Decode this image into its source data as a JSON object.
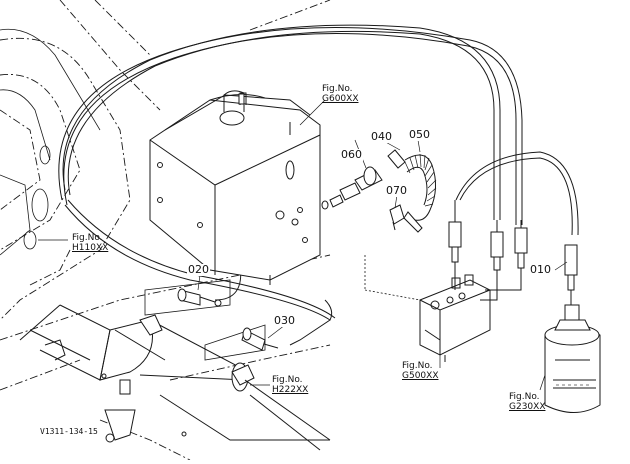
{
  "figure_refs": [
    {
      "key": "g600",
      "line1": "Fig.No.",
      "line2": "G600XX"
    },
    {
      "key": "h110",
      "line1": "Fig.No.",
      "line2": "H110XX"
    },
    {
      "key": "h222",
      "line1": "Fig.No.",
      "line2": "H222XX"
    },
    {
      "key": "g500",
      "line1": "Fig.No.",
      "line2": "G500XX"
    },
    {
      "key": "g230",
      "line1": "Fig.No.",
      "line2": "G230XX"
    }
  ],
  "part_numbers": [
    "010",
    "020",
    "030",
    "040",
    "050",
    "060",
    "070"
  ],
  "drawing_code": "V1311-134-15",
  "colors": {
    "line": "#1a1a1a",
    "background": "#ffffff"
  }
}
